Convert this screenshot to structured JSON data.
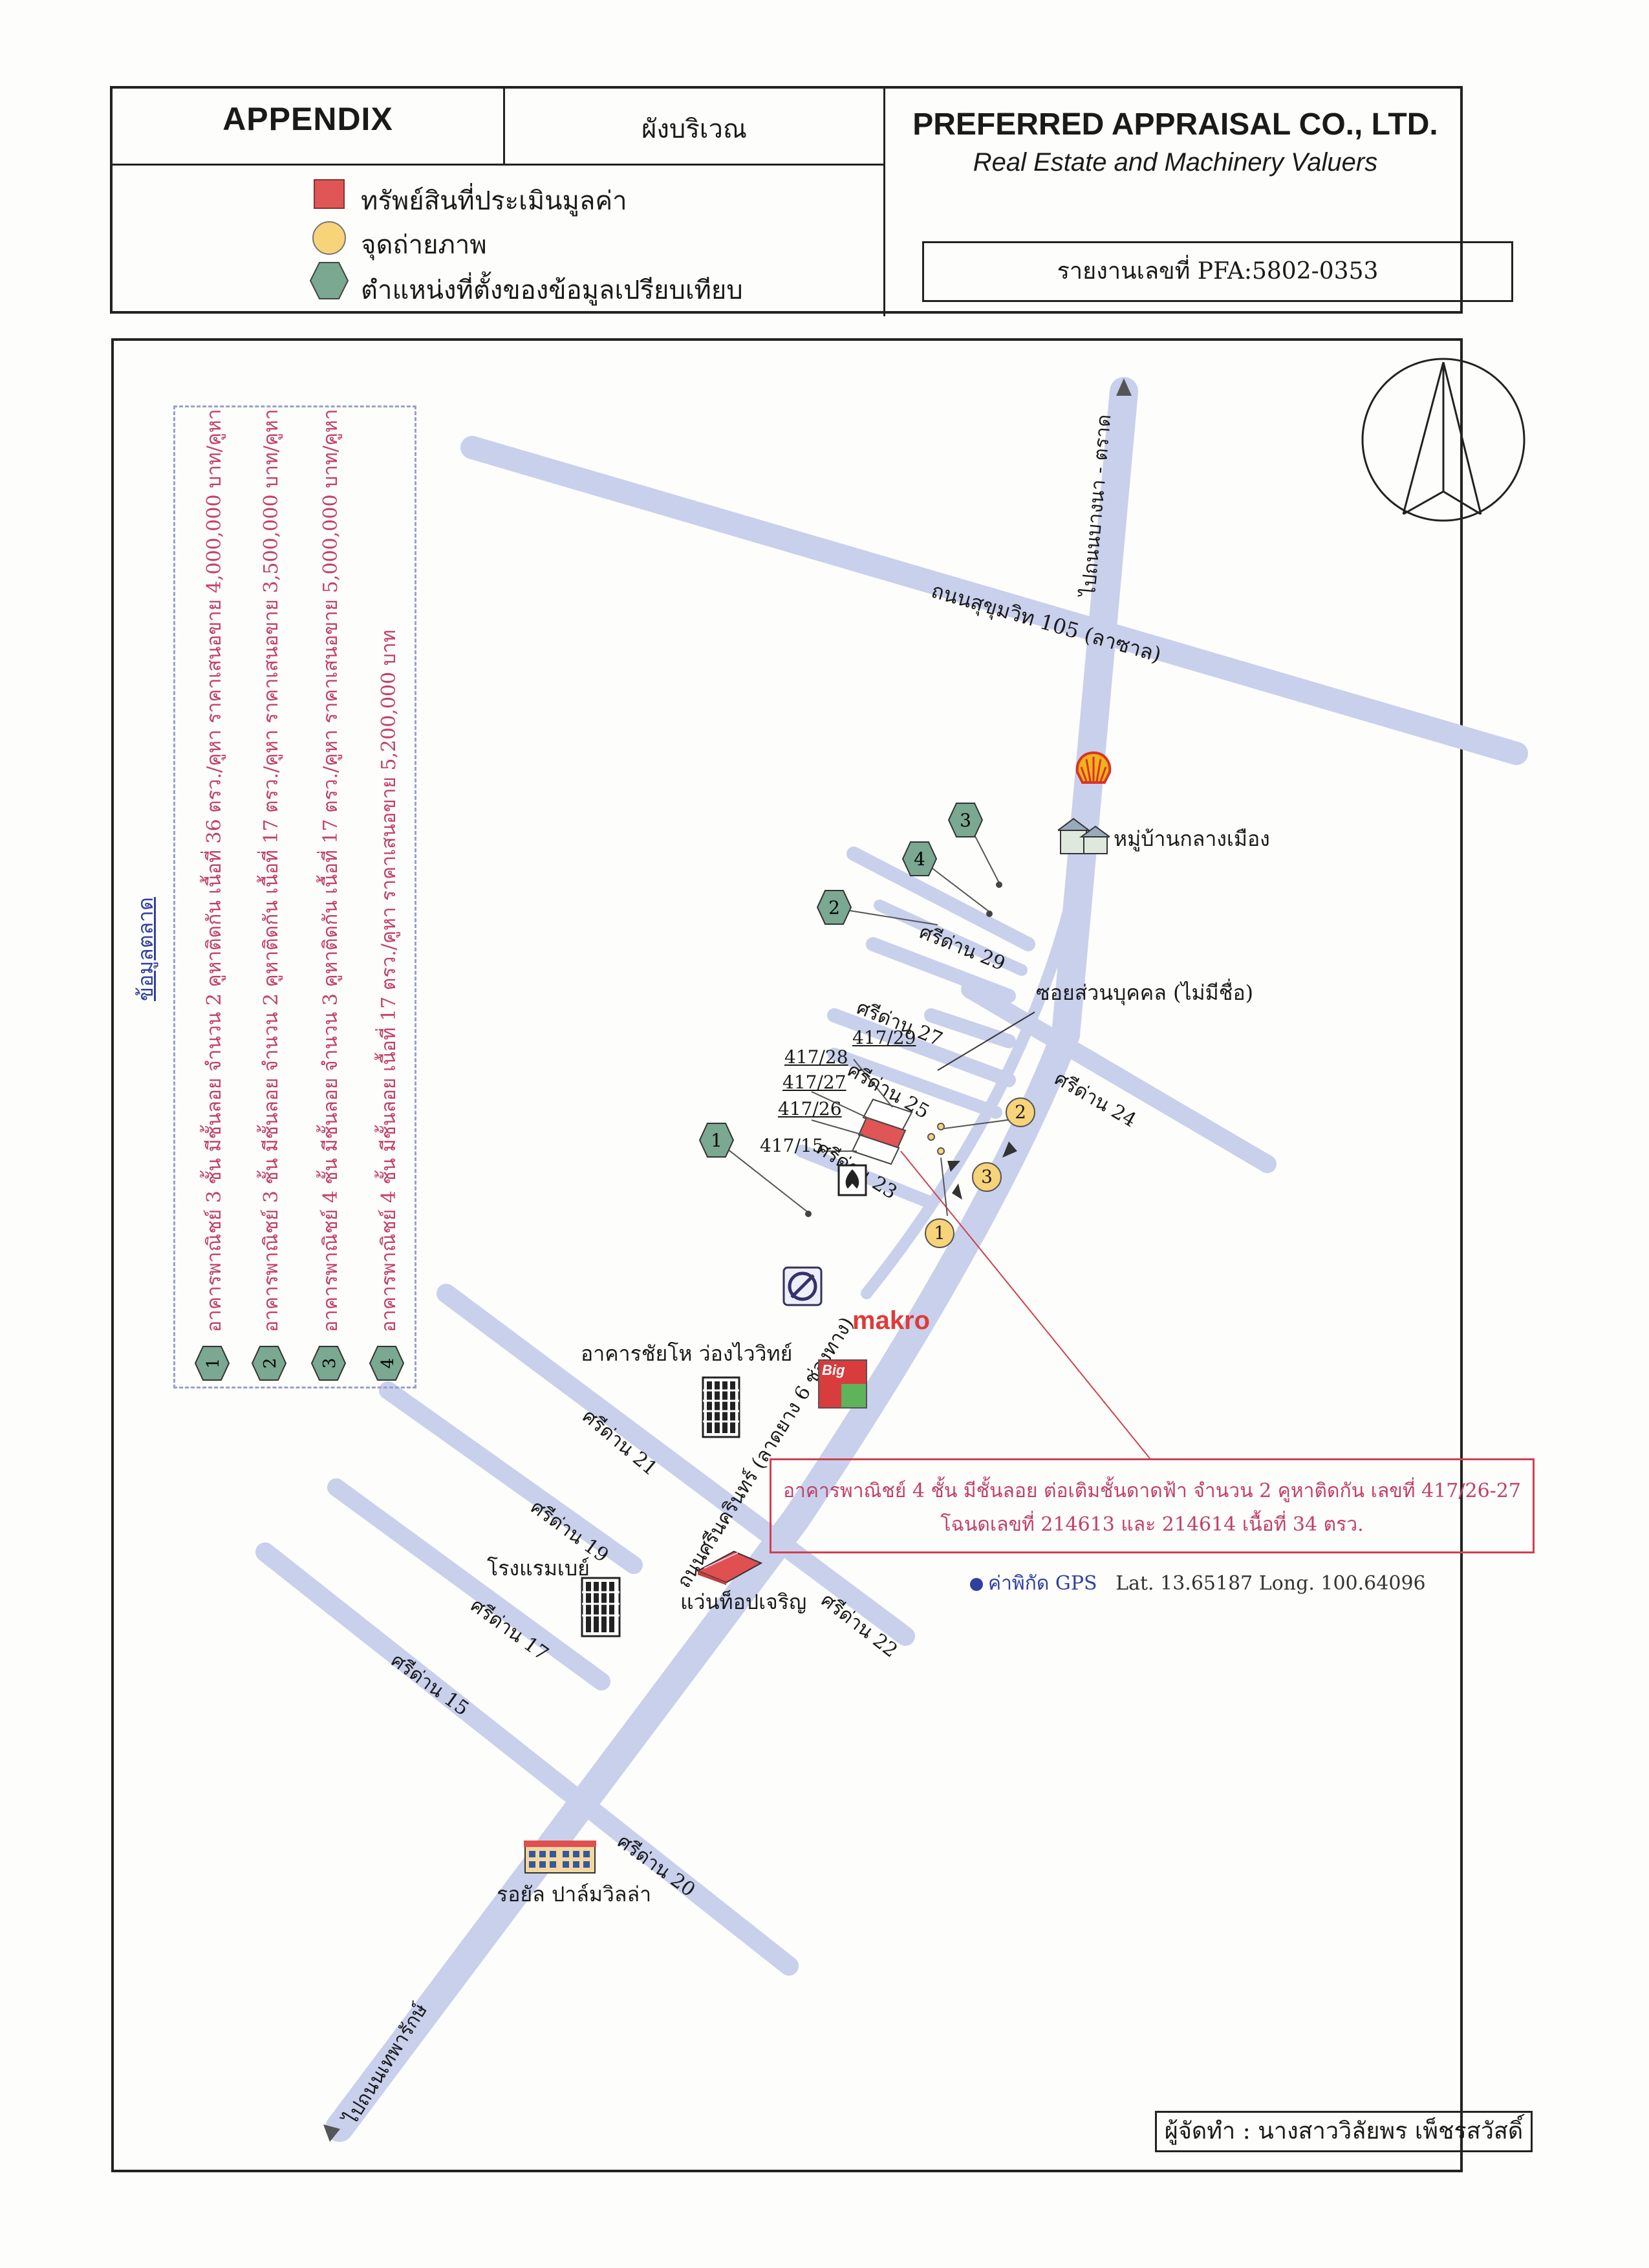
{
  "header": {
    "appendix": "APPENDIX",
    "section_title": "ผังบริเวณ",
    "company": "PREFERRED APPRAISAL CO., LTD.",
    "tagline": "Real Estate and Machinery Valuers",
    "report_no": "รายงานเลขที่ PFA:5802-0353"
  },
  "legend": [
    {
      "symbol": "red-square",
      "label": "ทรัพย์สินที่ประเมินมูลค่า",
      "color": "#e05555"
    },
    {
      "symbol": "yellow-circle",
      "label": "จุดถ่ายภาพ",
      "color": "#f7d37a"
    },
    {
      "symbol": "green-hexagon",
      "label": "ตำแหน่งที่ตั้งของข้อมูลเปรียบเทียบ",
      "color": "#7aa890"
    }
  ],
  "market_data": {
    "heading": "ข้อมูลตลาด",
    "items": [
      {
        "no": "1",
        "text": "อาคารพาณิชย์ 3 ชั้น มีชั้นลอย จำนวน 2 คูหาติดกัน เนื้อที่ 36 ตรว./คูหา ราคาเสนอขาย 4,000,000 บาท/คูหา"
      },
      {
        "no": "2",
        "text": "อาคารพาณิชย์ 3 ชั้น มีชั้นลอย จำนวน 2 คูหาติดกัน เนื้อที่ 17 ตรว./คูหา ราคาเสนอขาย 3,500,000 บาท/คูหา"
      },
      {
        "no": "3",
        "text": "อาคารพาณิชย์ 4 ชั้น มีชั้นลอย จำนวน 3 คูหาติดกัน เนื้อที่ 17 ตรว./คูหา ราคาเสนอขาย 5,000,000 บาท/คูหา"
      },
      {
        "no": "4",
        "text": "อาคารพาณิชย์ 4 ชั้น มีชั้นลอย เนื้อที่ 17 ตรว./คูหา ราคาเสนอขาย 5,200,000 บาท"
      }
    ]
  },
  "roads": {
    "sukhumvit": "ถนนสุขุมวิท 105 (ลาซาล)",
    "to_bangna": "ไปถนนบางนา - ตราด",
    "srinakarin": "ถนนศรีนครินทร์ (ลาดยาง 6 ช่องทาง)",
    "to_thepharak": "ไปถนนเทพารักษ์",
    "soi_private": "ซอยส่วนบุคคล (ไม่มีชื่อ)",
    "sd29": "ศรีด่าน 29",
    "sd27": "ศรีด่าน 27",
    "sd25": "ศรีด่าน 25",
    "sd23": "ศรีด่าน 23",
    "sd24": "ศรีด่าน 24",
    "sd21": "ศรีด่าน 21",
    "sd19": "ศรีด่าน 19",
    "sd17": "ศรีด่าน 17",
    "sd15": "ศรีด่าน 15",
    "sd22": "ศรีด่าน 22",
    "sd20": "ศรีด่าน 20"
  },
  "places": {
    "village": "หมู่บ้านกลางเมือง",
    "chaiho": "อาคารชัยโห ว่องไววิทย์",
    "makro": "makro",
    "big_c": "Big",
    "hotel": "โรงแรมเบย์",
    "wantop": "แว่นท็อปเจริญ",
    "royal": "รอยัล ปาล์มวิลล่า"
  },
  "lots": {
    "l1": "417/29",
    "l2": "417/28",
    "l3": "417/27",
    "l4": "417/26",
    "l5": "417/15"
  },
  "markers": {
    "photo": [
      "1",
      "2",
      "3"
    ],
    "comparables": [
      "1",
      "2",
      "3",
      "4"
    ]
  },
  "callout": {
    "line1": "อาคารพาณิชย์ 4 ชั้น มีชั้นลอย ต่อเติมชั้นดาดฟ้า จำนวน 2 คูหาติดกัน เลขที่ 417/26-27",
    "line2": "โฉนดเลขที่ 214613 และ 214614 เนื้อที่ 34 ตรว."
  },
  "gps": {
    "label": "ค่าพิกัด GPS",
    "coords": "Lat. 13.65187 Long. 100.64096"
  },
  "prepared_by": "ผู้จัดทำ : นางสาววิลัยพร เพ็ชรสวัสดิ์",
  "colors": {
    "road": "#c8d0ec",
    "road_edge": "#aab4dc",
    "callout": "#d04050",
    "market_text": "#c0406a"
  }
}
